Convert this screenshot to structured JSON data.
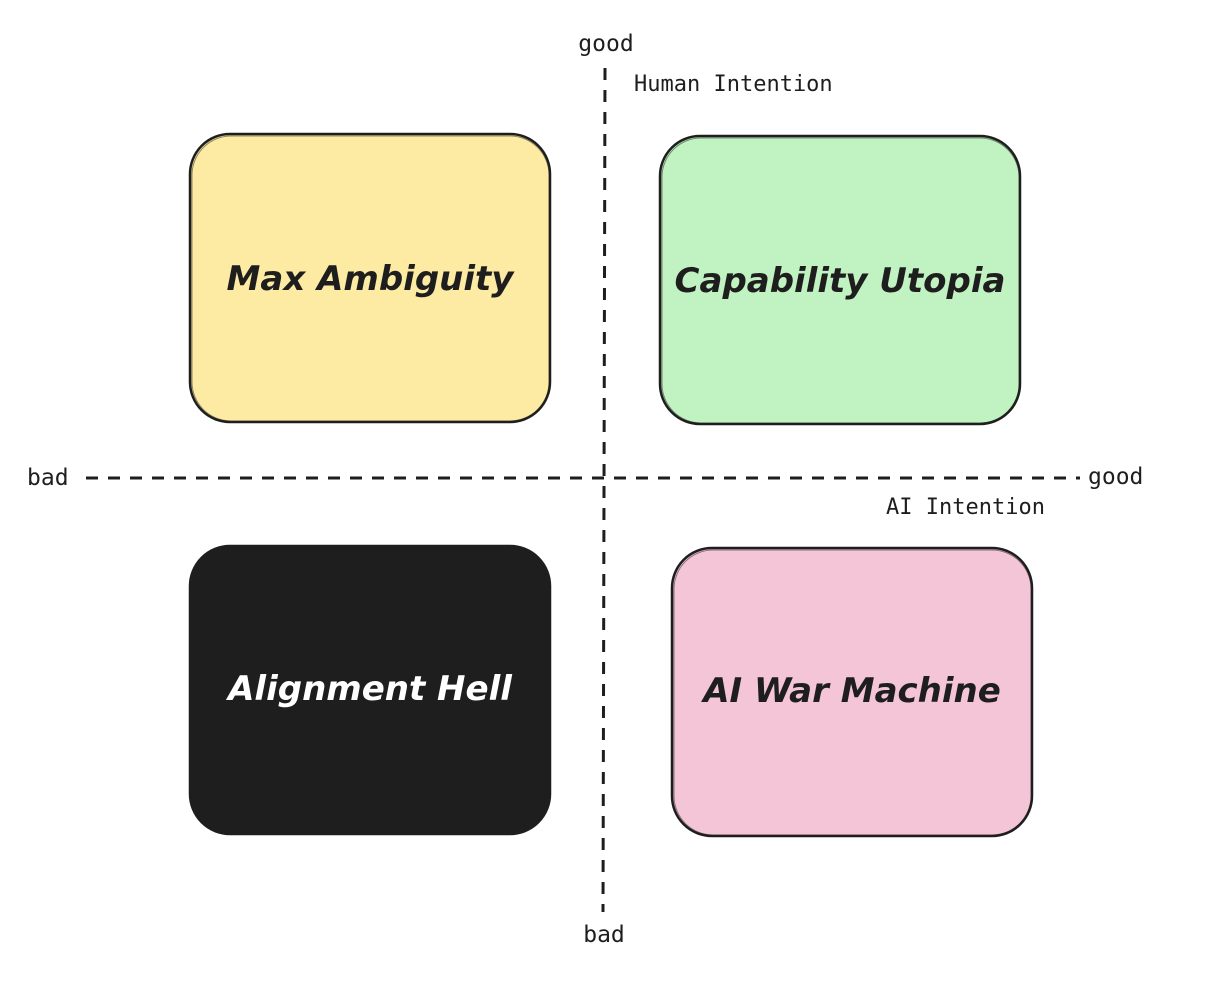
{
  "axes": {
    "vertical": {
      "title": "Human Intention",
      "top_label": "good",
      "bottom_label": "bad"
    },
    "horizontal": {
      "title": "AI Intention",
      "left_label": "bad",
      "right_label": "good"
    }
  },
  "quadrants": {
    "top_left": {
      "label": "Max Ambiguity",
      "fill": "#fdeba3",
      "text_color": "#1e1e1e"
    },
    "top_right": {
      "label": "Capability Utopia",
      "fill": "#c1f2c1",
      "text_color": "#1e1e1e"
    },
    "bottom_left": {
      "label": "Alignment Hell",
      "fill": "#1e1e1e",
      "text_color": "#ffffff"
    },
    "bottom_right": {
      "label": "AI War Machine",
      "fill": "#f4c4d7",
      "text_color": "#1e1e1e"
    }
  },
  "colors": {
    "stroke": "#1e1e1e",
    "background": "#ffffff"
  }
}
